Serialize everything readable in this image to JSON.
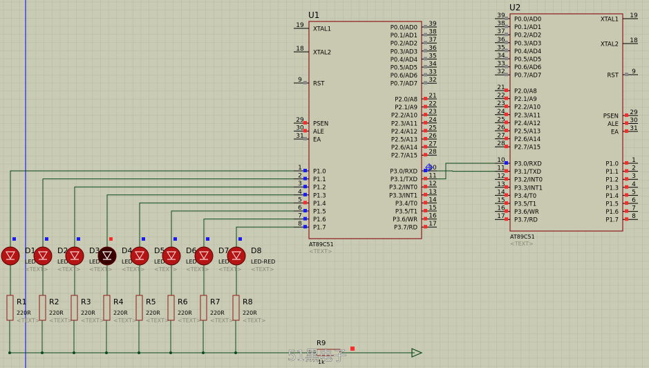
{
  "u1": {
    "ref": "U1",
    "part": "AT89C51",
    "text_tag": "<TEXT>",
    "left_pins": [
      {
        "num": "19",
        "name": "XTAL1"
      },
      {
        "num": "18",
        "name": "XTAL2"
      },
      {
        "num": "9",
        "name": "RST"
      },
      {
        "num": "29",
        "name": "PSEN"
      },
      {
        "num": "30",
        "name": "ALE"
      },
      {
        "num": "31",
        "name": "EA"
      },
      {
        "num": "1",
        "name": "P1.0"
      },
      {
        "num": "2",
        "name": "P1.1"
      },
      {
        "num": "3",
        "name": "P1.2"
      },
      {
        "num": "4",
        "name": "P1.3"
      },
      {
        "num": "5",
        "name": "P1.4"
      },
      {
        "num": "6",
        "name": "P1.5"
      },
      {
        "num": "7",
        "name": "P1.6"
      },
      {
        "num": "8",
        "name": "P1.7"
      }
    ],
    "right_pins": [
      {
        "num": "39",
        "name": "P0.0/AD0"
      },
      {
        "num": "38",
        "name": "P0.1/AD1"
      },
      {
        "num": "37",
        "name": "P0.2/AD2"
      },
      {
        "num": "36",
        "name": "P0.3/AD3"
      },
      {
        "num": "35",
        "name": "P0.4/AD4"
      },
      {
        "num": "34",
        "name": "P0.5/AD5"
      },
      {
        "num": "33",
        "name": "P0.6/AD6"
      },
      {
        "num": "32",
        "name": "P0.7/AD7"
      },
      {
        "num": "21",
        "name": "P2.0/A8"
      },
      {
        "num": "22",
        "name": "P2.1/A9"
      },
      {
        "num": "23",
        "name": "P2.2/A10"
      },
      {
        "num": "24",
        "name": "P2.3/A11"
      },
      {
        "num": "25",
        "name": "P2.4/A12"
      },
      {
        "num": "26",
        "name": "P2.5/A13"
      },
      {
        "num": "27",
        "name": "P2.6/A14"
      },
      {
        "num": "28",
        "name": "P2.7/A15"
      },
      {
        "num": "10",
        "name": "P3.0/RXD"
      },
      {
        "num": "11",
        "name": "P3.1/TXD"
      },
      {
        "num": "12",
        "name": "P3.2/INT0"
      },
      {
        "num": "13",
        "name": "P3.3/INT1"
      },
      {
        "num": "14",
        "name": "P3.4/T0"
      },
      {
        "num": "15",
        "name": "P3.5/T1"
      },
      {
        "num": "16",
        "name": "P3.6/WR"
      },
      {
        "num": "17",
        "name": "P3.7/RD"
      }
    ]
  },
  "u2": {
    "ref": "U2",
    "part": "AT89C51",
    "text_tag": "<TEXT>",
    "left_pins": [
      {
        "num": "39",
        "name": "P0.0/AD0"
      },
      {
        "num": "38",
        "name": "P0.1/AD1"
      },
      {
        "num": "37",
        "name": "P0.2/AD2"
      },
      {
        "num": "36",
        "name": "P0.3/AD3"
      },
      {
        "num": "35",
        "name": "P0.4/AD4"
      },
      {
        "num": "34",
        "name": "P0.5/AD5"
      },
      {
        "num": "33",
        "name": "P0.6/AD6"
      },
      {
        "num": "32",
        "name": "P0.7/AD7"
      },
      {
        "num": "21",
        "name": "P2.0/A8"
      },
      {
        "num": "22",
        "name": "P2.1/A9"
      },
      {
        "num": "23",
        "name": "P2.2/A10"
      },
      {
        "num": "24",
        "name": "P2.3/A11"
      },
      {
        "num": "25",
        "name": "P2.4/A12"
      },
      {
        "num": "26",
        "name": "P2.5/A13"
      },
      {
        "num": "27",
        "name": "P2.6/A14"
      },
      {
        "num": "28",
        "name": "P2.7/A15"
      },
      {
        "num": "10",
        "name": "P3.0/RXD"
      },
      {
        "num": "11",
        "name": "P3.1/TXD"
      },
      {
        "num": "12",
        "name": "P3.2/INT0"
      },
      {
        "num": "13",
        "name": "P3.3/INT1"
      },
      {
        "num": "14",
        "name": "P3.4/T0"
      },
      {
        "num": "15",
        "name": "P3.5/T1"
      },
      {
        "num": "16",
        "name": "P3.6/WR"
      },
      {
        "num": "17",
        "name": "P3.7/RD"
      }
    ],
    "right_pins": [
      {
        "num": "19",
        "name": "XTAL1"
      },
      {
        "num": "18",
        "name": "XTAL2"
      },
      {
        "num": "9",
        "name": "RST"
      },
      {
        "num": "29",
        "name": "PSEN"
      },
      {
        "num": "30",
        "name": "ALE"
      },
      {
        "num": "31",
        "name": "EA"
      },
      {
        "num": "1",
        "name": "P1.0"
      },
      {
        "num": "2",
        "name": "P1.1"
      },
      {
        "num": "3",
        "name": "P1.2"
      },
      {
        "num": "4",
        "name": "P1.3"
      },
      {
        "num": "5",
        "name": "P1.4"
      },
      {
        "num": "6",
        "name": "P1.5"
      },
      {
        "num": "7",
        "name": "P1.6"
      },
      {
        "num": "8",
        "name": "P1.7"
      }
    ]
  },
  "leds": [
    {
      "ref": "D1",
      "type": "LED-RED",
      "lit": false
    },
    {
      "ref": "D2",
      "type": "LED-RED",
      "lit": false
    },
    {
      "ref": "D3",
      "type": "LED-RED",
      "lit": false
    },
    {
      "ref": "D4",
      "type": "LED-RED",
      "lit": true
    },
    {
      "ref": "D5",
      "type": "LED-RED",
      "lit": false
    },
    {
      "ref": "D6",
      "type": "LED-RED",
      "lit": false
    },
    {
      "ref": "D7",
      "type": "LED-RED",
      "lit": false
    },
    {
      "ref": "D8",
      "type": "LED-RED",
      "lit": false
    }
  ],
  "resistors": [
    {
      "ref": "R1",
      "value": "220R"
    },
    {
      "ref": "R2",
      "value": "220R"
    },
    {
      "ref": "R3",
      "value": "220R"
    },
    {
      "ref": "R4",
      "value": "220R"
    },
    {
      "ref": "R5",
      "value": "220R"
    },
    {
      "ref": "R6",
      "value": "220R"
    },
    {
      "ref": "R7",
      "value": "220R"
    },
    {
      "ref": "R8",
      "value": "220R"
    }
  ],
  "text_tag": "<TEXT>",
  "r9": {
    "ref": "R9",
    "value": "1k"
  },
  "watermark": "51黑电子",
  "colors": {
    "background": "#c9cbb4",
    "grid": "#b9bca3",
    "chip_body": "#c8c9b0",
    "chip_border": "#8b1a1a",
    "wire": "#0a4a1a",
    "pin_low": "#1a1aff",
    "pin_high": "#ff2a2a",
    "pin_float": "#8a8a8a",
    "led_off": "#b41414",
    "led_on": "#3a0000"
  }
}
